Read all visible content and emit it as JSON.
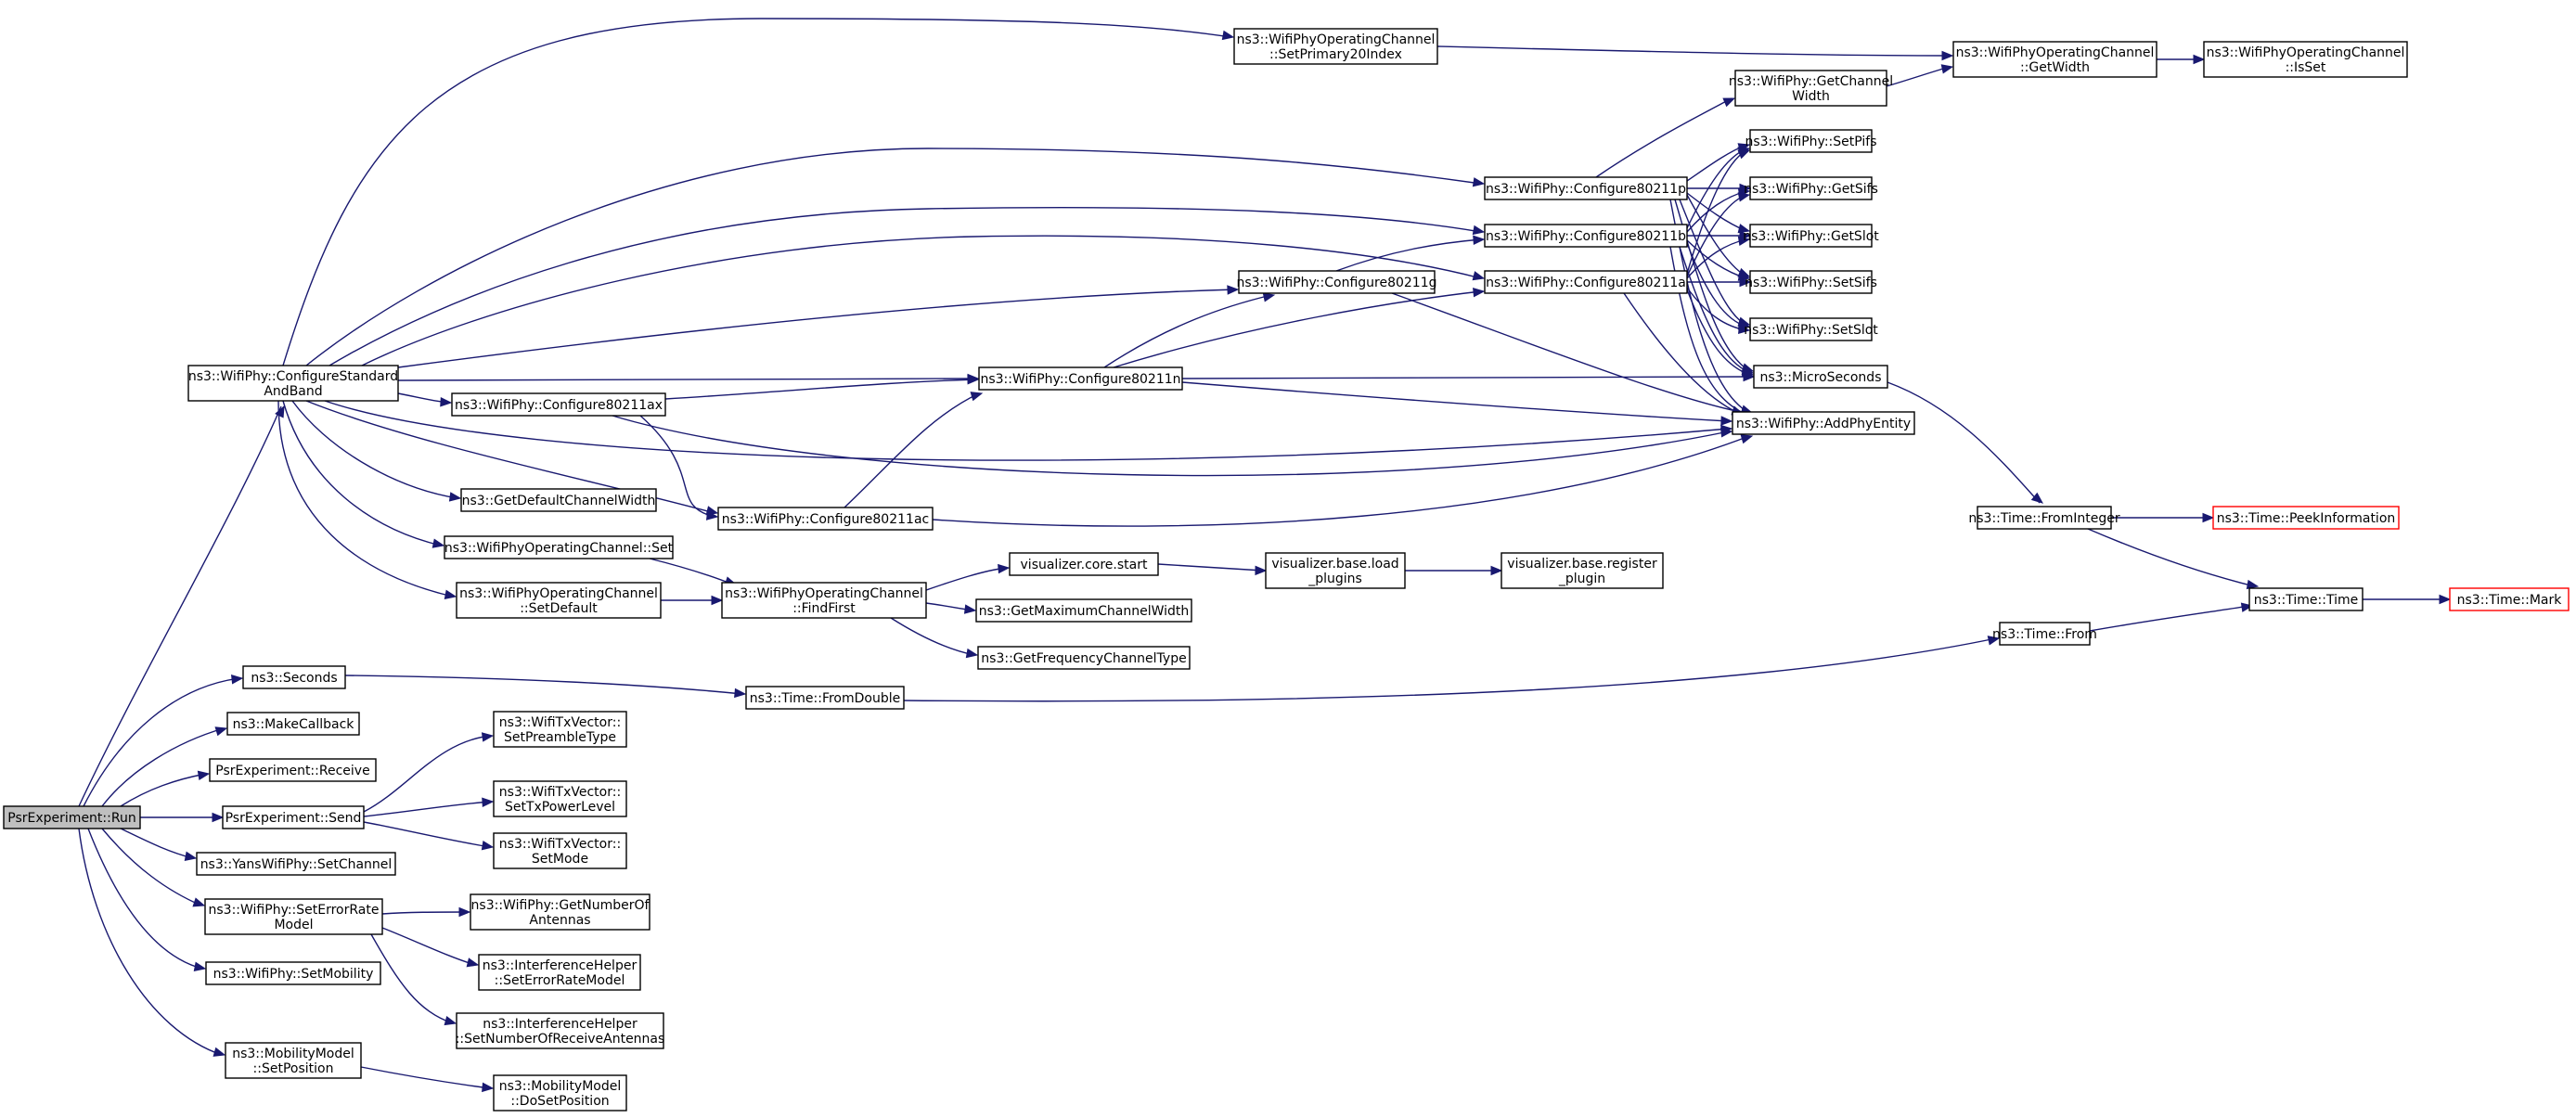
{
  "colors": {
    "edge": "#191970",
    "node_border": "#000000",
    "root_fill": "#bfbfbf",
    "external_border": "#ff0000"
  },
  "nodes": [
    {
      "id": "run",
      "lines": [
        "PsrExperiment::Run"
      ],
      "style": "root"
    },
    {
      "id": "cfgstd",
      "lines": [
        "ns3::WifiPhy::ConfigureStandard",
        "AndBand"
      ]
    },
    {
      "id": "seconds",
      "lines": [
        "ns3::Seconds"
      ]
    },
    {
      "id": "makecb",
      "lines": [
        "ns3::MakeCallback"
      ]
    },
    {
      "id": "receive",
      "lines": [
        "PsrExperiment::Receive"
      ]
    },
    {
      "id": "send",
      "lines": [
        "PsrExperiment::Send"
      ]
    },
    {
      "id": "yanssetch",
      "lines": [
        "ns3::YansWifiPhy::SetChannel"
      ]
    },
    {
      "id": "seterr",
      "lines": [
        "ns3::WifiPhy::SetErrorRate",
        "Model"
      ]
    },
    {
      "id": "setmob",
      "lines": [
        "ns3::WifiPhy::SetMobility"
      ]
    },
    {
      "id": "mobsetpos",
      "lines": [
        "ns3::MobilityModel",
        "::SetPosition"
      ]
    },
    {
      "id": "setprim",
      "lines": [
        "ns3::WifiPhyOperatingChannel",
        "::SetPrimary20Index"
      ]
    },
    {
      "id": "getwidth",
      "lines": [
        "ns3::WifiPhyOperatingChannel",
        "::GetWidth"
      ]
    },
    {
      "id": "isset",
      "lines": [
        "ns3::WifiPhyOperatingChannel",
        "::IsSet"
      ]
    },
    {
      "id": "getchw",
      "lines": [
        "ns3::WifiPhy::GetChannel",
        "Width"
      ]
    },
    {
      "id": "cfgp",
      "lines": [
        "ns3::WifiPhy::Configure80211p"
      ]
    },
    {
      "id": "cfgb",
      "lines": [
        "ns3::WifiPhy::Configure80211b"
      ]
    },
    {
      "id": "cfga",
      "lines": [
        "ns3::WifiPhy::Configure80211a"
      ]
    },
    {
      "id": "cfgg",
      "lines": [
        "ns3::WifiPhy::Configure80211g"
      ]
    },
    {
      "id": "cfgn",
      "lines": [
        "ns3::WifiPhy::Configure80211n"
      ]
    },
    {
      "id": "cfgax",
      "lines": [
        "ns3::WifiPhy::Configure80211ax"
      ]
    },
    {
      "id": "cfgac",
      "lines": [
        "ns3::WifiPhy::Configure80211ac"
      ]
    },
    {
      "id": "setpifs",
      "lines": [
        "ns3::WifiPhy::SetPifs"
      ]
    },
    {
      "id": "getsifs",
      "lines": [
        "ns3::WifiPhy::GetSifs"
      ]
    },
    {
      "id": "getslot",
      "lines": [
        "ns3::WifiPhy::GetSlot"
      ]
    },
    {
      "id": "setsifs",
      "lines": [
        "ns3::WifiPhy::SetSifs"
      ]
    },
    {
      "id": "setslot",
      "lines": [
        "ns3::WifiPhy::SetSlot"
      ]
    },
    {
      "id": "micro",
      "lines": [
        "ns3::MicroSeconds"
      ]
    },
    {
      "id": "addphy",
      "lines": [
        "ns3::WifiPhy::AddPhyEntity"
      ]
    },
    {
      "id": "getdefcw",
      "lines": [
        "ns3::GetDefaultChannelWidth"
      ]
    },
    {
      "id": "opset",
      "lines": [
        "ns3::WifiPhyOperatingChannel::Set"
      ]
    },
    {
      "id": "opsetdef",
      "lines": [
        "ns3::WifiPhyOperatingChannel",
        "::SetDefault"
      ]
    },
    {
      "id": "findfirst",
      "lines": [
        "ns3::WifiPhyOperatingChannel",
        "::FindFirst"
      ]
    },
    {
      "id": "vstart",
      "lines": [
        "visualizer.core.start"
      ]
    },
    {
      "id": "vload",
      "lines": [
        "visualizer.base.load",
        "_plugins"
      ]
    },
    {
      "id": "vreg",
      "lines": [
        "visualizer.base.register",
        "_plugin"
      ]
    },
    {
      "id": "getmaxcw",
      "lines": [
        "ns3::GetMaximumChannelWidth"
      ]
    },
    {
      "id": "getfreqct",
      "lines": [
        "ns3::GetFrequencyChannelType"
      ]
    },
    {
      "id": "fromint",
      "lines": [
        "ns3::Time::FromInteger"
      ]
    },
    {
      "id": "peek",
      "lines": [
        "ns3::Time::PeekInformation"
      ],
      "style": "red"
    },
    {
      "id": "timetime",
      "lines": [
        "ns3::Time::Time"
      ]
    },
    {
      "id": "mark",
      "lines": [
        "ns3::Time::Mark"
      ],
      "style": "red"
    },
    {
      "id": "timefrom",
      "lines": [
        "ns3::Time::From"
      ]
    },
    {
      "id": "fromdouble",
      "lines": [
        "ns3::Time::FromDouble"
      ]
    },
    {
      "id": "setpre",
      "lines": [
        "ns3::WifiTxVector::",
        "SetPreambleType"
      ]
    },
    {
      "id": "settxp",
      "lines": [
        "ns3::WifiTxVector::",
        "SetTxPowerLevel"
      ]
    },
    {
      "id": "setmode",
      "lines": [
        "ns3::WifiTxVector::",
        "SetMode"
      ]
    },
    {
      "id": "getnant",
      "lines": [
        "ns3::WifiPhy::GetNumberOf",
        "Antennas"
      ]
    },
    {
      "id": "ihseterr",
      "lines": [
        "ns3::InterferenceHelper",
        "::SetErrorRateModel"
      ]
    },
    {
      "id": "ihsetnum",
      "lines": [
        "ns3::InterferenceHelper",
        "::SetNumberOfReceiveAntennas"
      ]
    },
    {
      "id": "mobdoset",
      "lines": [
        "ns3::MobilityModel",
        "::DoSetPosition"
      ]
    }
  ]
}
